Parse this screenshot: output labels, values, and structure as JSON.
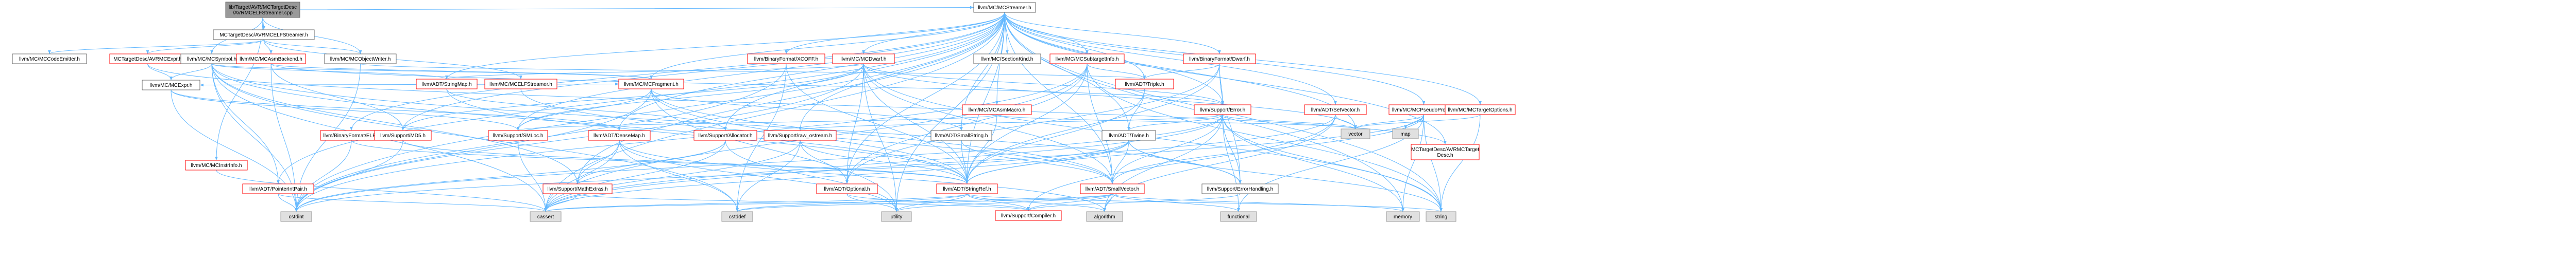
{
  "colors": {
    "edge": "#63b8ff",
    "root_fill": "#999999",
    "root_stroke": "#666666",
    "normal_stroke": "#666666",
    "has_more_stroke": "#ff0000",
    "system_fill": "#e0e0e0",
    "system_stroke": "#999999",
    "text": "#000000"
  },
  "graph": {
    "root": "llvm/lib/Target/AVR/MCTargetDesc/AVRMCELFStreamer.cpp",
    "nodes": [
      {
        "id": "root",
        "label": [
          "lib/Target/AVR/MCTargetDesc",
          "/AVRMCELFStreamer.cpp"
        ],
        "kind": "root"
      },
      {
        "id": "avrelfstreamer_h",
        "label": [
          "MCTargetDesc/AVRMCELFStreamer.h"
        ],
        "kind": "normal"
      },
      {
        "id": "mcstreamer",
        "label": [
          "llvm/MC/MCStreamer.h"
        ],
        "kind": "normal"
      },
      {
        "id": "mccodeemitter",
        "label": [
          "llvm/MC/MCCodeEmitter.h"
        ],
        "kind": "normal"
      },
      {
        "id": "avrmcexpr",
        "label": [
          "MCTargetDesc/AVRMCExpr.h"
        ],
        "kind": "more"
      },
      {
        "id": "mcsymbol",
        "label": [
          "llvm/MC/MCSymbol.h"
        ],
        "kind": "normal"
      },
      {
        "id": "mcasmbackend",
        "label": [
          "llvm/MC/MCAsmBackend.h"
        ],
        "kind": "more"
      },
      {
        "id": "mcobjectwriter",
        "label": [
          "llvm/MC/MCObjectWriter.h"
        ],
        "kind": "normal"
      },
      {
        "id": "mcexpr",
        "label": [
          "llvm/MC/MCExpr.h"
        ],
        "kind": "normal"
      },
      {
        "id": "mcelfstreamer",
        "label": [
          "llvm/MC/MCELFStreamer.h"
        ],
        "kind": "more"
      },
      {
        "id": "mcfragment",
        "label": [
          "llvm/MC/MCFragment.h"
        ],
        "kind": "more"
      },
      {
        "id": "stringmap",
        "label": [
          "llvm/ADT/StringMap.h"
        ],
        "kind": "more"
      },
      {
        "id": "xcoff",
        "label": [
          "llvm/BinaryFormat/XCOFF.h"
        ],
        "kind": "more"
      },
      {
        "id": "mcdwarf",
        "label": [
          "llvm/MC/MCDwarf.h"
        ],
        "kind": "more"
      },
      {
        "id": "mcsectionkind",
        "label": [
          "llvm/MC/SectionKind.h"
        ],
        "kind": "normal"
      },
      {
        "id": "mcsubtargetinfo",
        "label": [
          "llvm/MC/MCSubtargetInfo.h"
        ],
        "kind": "more"
      },
      {
        "id": "dwarf",
        "label": [
          "llvm/BinaryFormat/Dwarf.h"
        ],
        "kind": "more"
      },
      {
        "id": "mcasmmacro",
        "label": [
          "llvm/MC/MCAsmMacro.h"
        ],
        "kind": "more"
      },
      {
        "id": "triple",
        "label": [
          "llvm/ADT/Triple.h"
        ],
        "kind": "more"
      },
      {
        "id": "error",
        "label": [
          "llvm/Support/Error.h"
        ],
        "kind": "more"
      },
      {
        "id": "setvector",
        "label": [
          "llvm/ADT/SetVector.h"
        ],
        "kind": "more"
      },
      {
        "id": "mcpseudoprobe",
        "label": [
          "llvm/MC/MCPseudoProbe.h"
        ],
        "kind": "more"
      },
      {
        "id": "mctargetoptions",
        "label": [
          "llvm/MC/MCTargetOptions.h"
        ],
        "kind": "more"
      },
      {
        "id": "mcinstrinfo",
        "label": [
          "llvm/MC/MCInstrInfo.h"
        ],
        "kind": "more"
      },
      {
        "id": "elf",
        "label": [
          "llvm/BinaryFormat/ELF.h"
        ],
        "kind": "more"
      },
      {
        "id": "md5",
        "label": [
          "llvm/Support/MD5.h"
        ],
        "kind": "more"
      },
      {
        "id": "pointerintpair",
        "label": [
          "llvm/ADT/PointerIntPair.h"
        ],
        "kind": "more"
      },
      {
        "id": "smloc",
        "label": [
          "llvm/Support/SMLoc.h"
        ],
        "kind": "more"
      },
      {
        "id": "densemap",
        "label": [
          "llvm/ADT/DenseMap.h"
        ],
        "kind": "more"
      },
      {
        "id": "mathextras",
        "label": [
          "llvm/Support/MathExtras.h"
        ],
        "kind": "more"
      },
      {
        "id": "allocator",
        "label": [
          "llvm/Support/Allocator.h"
        ],
        "kind": "more"
      },
      {
        "id": "rawostream",
        "label": [
          "llvm/Support/raw_ostream.h"
        ],
        "kind": "more"
      },
      {
        "id": "optional",
        "label": [
          "llvm/ADT/Optional.h"
        ],
        "kind": "more"
      },
      {
        "id": "smallstring",
        "label": [
          "llvm/ADT/SmallString.h"
        ],
        "kind": "normal"
      },
      {
        "id": "twine",
        "label": [
          "llvm/ADT/Twine.h"
        ],
        "kind": "normal"
      },
      {
        "id": "stringref",
        "label": [
          "llvm/ADT/StringRef.h"
        ],
        "kind": "more"
      },
      {
        "id": "smallvector",
        "label": [
          "llvm/ADT/SmallVector.h"
        ],
        "kind": "more"
      },
      {
        "id": "errorhandling",
        "label": [
          "llvm/Support/ErrorHandling.h"
        ],
        "kind": "normal"
      },
      {
        "id": "avrtargetdesc",
        "label": [
          "MCTargetDesc/AVRMCTarget",
          "Desc.h"
        ],
        "kind": "more"
      },
      {
        "id": "compiler",
        "label": [
          "llvm/Support/Compiler.h"
        ],
        "kind": "more"
      },
      {
        "id": "cstdint",
        "label": [
          "cstdint"
        ],
        "kind": "system"
      },
      {
        "id": "cassert",
        "label": [
          "cassert"
        ],
        "kind": "system"
      },
      {
        "id": "cstddef",
        "label": [
          "cstddef"
        ],
        "kind": "system"
      },
      {
        "id": "utility",
        "label": [
          "utility"
        ],
        "kind": "system"
      },
      {
        "id": "algorithm",
        "label": [
          "algorithm"
        ],
        "kind": "system"
      },
      {
        "id": "functional",
        "label": [
          "functional"
        ],
        "kind": "system"
      },
      {
        "id": "memory",
        "label": [
          "memory"
        ],
        "kind": "system"
      },
      {
        "id": "string",
        "label": [
          "string"
        ],
        "kind": "system"
      },
      {
        "id": "vector",
        "label": [
          "vector"
        ],
        "kind": "system"
      },
      {
        "id": "map",
        "label": [
          "map"
        ],
        "kind": "system"
      }
    ],
    "edges": [
      [
        "root",
        "avrelfstreamer_h"
      ],
      [
        "root",
        "mcsymbol"
      ],
      [
        "root",
        "mcobjectwriter"
      ],
      [
        "root",
        "mcstreamer"
      ],
      [
        "root",
        "mcinstrinfo"
      ],
      [
        "avrelfstreamer_h",
        "mccodeemitter"
      ],
      [
        "avrelfstreamer_h",
        "avrmcexpr"
      ],
      [
        "avrelfstreamer_h",
        "mcasmbackend"
      ],
      [
        "avrelfstreamer_h",
        "mcobjectwriter"
      ],
      [
        "avrelfstreamer_h",
        "mcelfstreamer"
      ],
      [
        "mcstreamer",
        "stringmap"
      ],
      [
        "mcstreamer",
        "xcoff"
      ],
      [
        "mcstreamer",
        "mcdwarf"
      ],
      [
        "mcstreamer",
        "mcsectionkind"
      ],
      [
        "mcstreamer",
        "mcsubtargetinfo"
      ],
      [
        "mcstreamer",
        "dwarf"
      ],
      [
        "mcstreamer",
        "mcasmmacro"
      ],
      [
        "mcstreamer",
        "triple"
      ],
      [
        "mcstreamer",
        "error"
      ],
      [
        "mcstreamer",
        "setvector"
      ],
      [
        "mcstreamer",
        "mcpseudoprobe"
      ],
      [
        "mcstreamer",
        "mctargetoptions"
      ],
      [
        "mcstreamer",
        "mcfragment"
      ],
      [
        "mcstreamer",
        "smloc"
      ],
      [
        "mcstreamer",
        "densemap"
      ],
      [
        "mcstreamer",
        "allocator"
      ],
      [
        "mcstreamer",
        "smallstring"
      ],
      [
        "mcstreamer",
        "stringref"
      ],
      [
        "mcstreamer",
        "smallvector"
      ],
      [
        "mcstreamer",
        "twine"
      ],
      [
        "mcstreamer",
        "optional"
      ],
      [
        "mcstreamer",
        "cassert"
      ],
      [
        "mcstreamer",
        "cstdint"
      ],
      [
        "mcstreamer",
        "memory"
      ],
      [
        "mcstreamer",
        "string"
      ],
      [
        "mcstreamer",
        "utility"
      ],
      [
        "mcstreamer",
        "vector"
      ],
      [
        "mcstreamer",
        "elf"
      ],
      [
        "mcstreamer",
        "mathextras"
      ],
      [
        "mcstreamer",
        "rawostream"
      ],
      [
        "mcstreamer",
        "avrtargetdesc"
      ],
      [
        "mcstreamer",
        "pointerintpair"
      ],
      [
        "mcstreamer",
        "md5"
      ],
      [
        "avrmcexpr",
        "mcexpr"
      ],
      [
        "avrmcexpr",
        "avrtargetdesc"
      ],
      [
        "mcsymbol",
        "mcexpr"
      ],
      [
        "mcsymbol",
        "mcfragment"
      ],
      [
        "mcsymbol",
        "pointerintpair"
      ],
      [
        "mcsymbol",
        "stringref"
      ],
      [
        "mcsymbol",
        "mathextras"
      ],
      [
        "mcsymbol",
        "errorhandling"
      ],
      [
        "mcsymbol",
        "cstdint"
      ],
      [
        "mcsymbol",
        "cassert"
      ],
      [
        "mcsymbol",
        "cstddef"
      ],
      [
        "mcsymbol",
        "stringmap"
      ],
      [
        "mcasmbackend",
        "mcfragment"
      ],
      [
        "mcasmbackend",
        "error"
      ],
      [
        "mcasmbackend",
        "cstdint"
      ],
      [
        "mcasmbackend",
        "md5"
      ],
      [
        "mcobjectwriter",
        "triple"
      ],
      [
        "mcobjectwriter",
        "cstdint"
      ],
      [
        "mcexpr",
        "smloc"
      ],
      [
        "mcexpr",
        "cstdint"
      ],
      [
        "mcexpr",
        "densemap"
      ],
      [
        "mcelfstreamer",
        "smallvector"
      ],
      [
        "mcelfstreamer",
        "mcfragment"
      ],
      [
        "mcfragment",
        "smallstring"
      ],
      [
        "mcfragment",
        "smallvector"
      ],
      [
        "mcfragment",
        "stringref"
      ],
      [
        "mcfragment",
        "smloc"
      ],
      [
        "mcfragment",
        "cstdint"
      ],
      [
        "mcfragment",
        "utility"
      ],
      [
        "mcfragment",
        "mcexpr"
      ],
      [
        "stringmap",
        "stringref"
      ],
      [
        "stringmap",
        "allocator"
      ],
      [
        "xcoff",
        "stringref"
      ],
      [
        "xcoff",
        "cstddef"
      ],
      [
        "xcoff",
        "cstdint"
      ],
      [
        "mcdwarf",
        "stringmap"
      ],
      [
        "mcdwarf",
        "stringref"
      ],
      [
        "mcdwarf",
        "md5"
      ],
      [
        "mcdwarf",
        "smloc"
      ],
      [
        "mcdwarf",
        "cstdint"
      ],
      [
        "mcdwarf",
        "string"
      ],
      [
        "mcdwarf",
        "utility"
      ],
      [
        "mcdwarf",
        "vector"
      ],
      [
        "mcdwarf",
        "error"
      ],
      [
        "mcdwarf",
        "optional"
      ],
      [
        "mcdwarf",
        "smallvector"
      ],
      [
        "mcsubtargetinfo",
        "triple"
      ],
      [
        "mcsubtargetinfo",
        "stringref"
      ],
      [
        "mcsubtargetinfo",
        "smallvector"
      ],
      [
        "mcsubtargetinfo",
        "cassert"
      ],
      [
        "mcsubtargetinfo",
        "cstdint"
      ],
      [
        "mcsubtargetinfo",
        "optional"
      ],
      [
        "mcsubtargetinfo",
        "string"
      ],
      [
        "dwarf",
        "stringref"
      ],
      [
        "dwarf",
        "errorhandling"
      ],
      [
        "dwarf",
        "error"
      ],
      [
        "dwarf",
        "optional"
      ],
      [
        "dwarf",
        "triple"
      ],
      [
        "mcasmmacro",
        "stringref"
      ],
      [
        "mcasmmacro",
        "smloc"
      ],
      [
        "mcasmmacro",
        "vector"
      ],
      [
        "triple",
        "twine"
      ],
      [
        "triple",
        "stringref"
      ],
      [
        "error",
        "errorhandling"
      ],
      [
        "error",
        "smallvector"
      ],
      [
        "error",
        "twine"
      ],
      [
        "error",
        "cassert"
      ],
      [
        "error",
        "cstdint"
      ],
      [
        "error",
        "functional"
      ],
      [
        "error",
        "memory"
      ],
      [
        "error",
        "string"
      ],
      [
        "error",
        "vector"
      ],
      [
        "error",
        "algorithm"
      ],
      [
        "error",
        "rawostream"
      ],
      [
        "setvector",
        "vector"
      ],
      [
        "setvector",
        "algorithm"
      ],
      [
        "setvector",
        "cassert"
      ],
      [
        "setvector",
        "compiler"
      ],
      [
        "mcpseudoprobe",
        "smallvector"
      ],
      [
        "mcpseudoprobe",
        "stringref"
      ],
      [
        "mcpseudoprobe",
        "functional"
      ],
      [
        "mcpseudoprobe",
        "map"
      ],
      [
        "mcpseudoprobe",
        "memory"
      ],
      [
        "mcpseudoprobe",
        "string"
      ],
      [
        "mcpseudoprobe",
        "vector"
      ],
      [
        "mctargetoptions",
        "string"
      ],
      [
        "mctargetoptions",
        "vector"
      ],
      [
        "mcinstrinfo",
        "cassert"
      ],
      [
        "elf",
        "stringref"
      ],
      [
        "elf",
        "cstdint"
      ],
      [
        "md5",
        "stringref"
      ],
      [
        "md5",
        "cstdint"
      ],
      [
        "pointerintpair",
        "cassert"
      ],
      [
        "pointerintpair",
        "cstdint"
      ],
      [
        "smloc",
        "cassert"
      ],
      [
        "densemap",
        "mathextras"
      ],
      [
        "densemap",
        "algorithm"
      ],
      [
        "densemap",
        "cassert"
      ],
      [
        "densemap",
        "cstddef"
      ],
      [
        "densemap",
        "utility"
      ],
      [
        "mathextras",
        "compiler"
      ],
      [
        "mathextras",
        "cassert"
      ],
      [
        "allocator",
        "mathextras"
      ],
      [
        "allocator",
        "cassert"
      ],
      [
        "allocator",
        "cstdint"
      ],
      [
        "allocator",
        "utility"
      ],
      [
        "rawostream",
        "stringref"
      ],
      [
        "rawostream",
        "optional"
      ],
      [
        "rawostream",
        "cassert"
      ],
      [
        "rawostream",
        "cstddef"
      ],
      [
        "optional",
        "utility"
      ],
      [
        "optional",
        "compiler"
      ],
      [
        "smallstring",
        "smallvector"
      ],
      [
        "smallstring",
        "stringref"
      ],
      [
        "twine",
        "smallvector"
      ],
      [
        "twine",
        "stringref"
      ],
      [
        "twine",
        "errorhandling"
      ],
      [
        "twine",
        "cassert"
      ],
      [
        "twine",
        "cstdint"
      ],
      [
        "twine",
        "string"
      ],
      [
        "stringref",
        "compiler"
      ],
      [
        "stringref",
        "algorithm"
      ],
      [
        "stringref",
        "cassert"
      ],
      [
        "stringref",
        "cstddef"
      ],
      [
        "stringref",
        "string"
      ],
      [
        "stringref",
        "utility"
      ],
      [
        "smallvector",
        "compiler"
      ],
      [
        "smallvector",
        "algorithm"
      ],
      [
        "smallvector",
        "cassert"
      ],
      [
        "smallvector",
        "cstddef"
      ],
      [
        "smallvector",
        "functional"
      ],
      [
        "smallvector",
        "memory"
      ],
      [
        "smallvector",
        "utility"
      ],
      [
        "errorhandling",
        "compiler"
      ]
    ]
  }
}
